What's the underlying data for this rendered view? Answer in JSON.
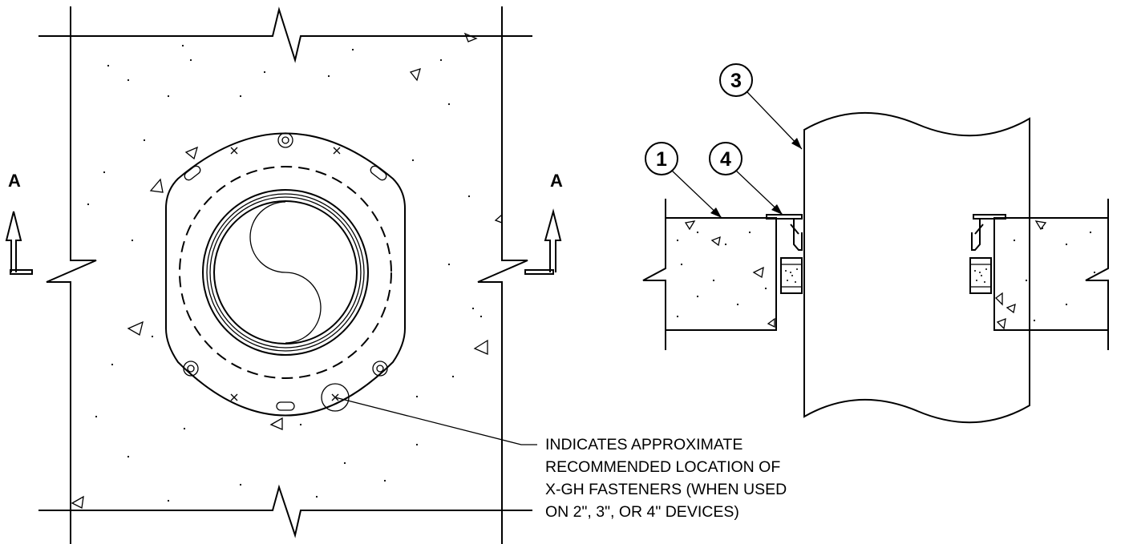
{
  "plan_view": {
    "section_marker_left": "A",
    "section_marker_right": "A"
  },
  "callouts": [
    "1",
    "3",
    "4"
  ],
  "note": {
    "lines": [
      "INDICATES APPROXIMATE",
      "RECOMMENDED LOCATION OF",
      "X-GH FASTENERS (WHEN USED",
      "ON 2\", 3\", OR 4\" DEVICES)"
    ]
  }
}
